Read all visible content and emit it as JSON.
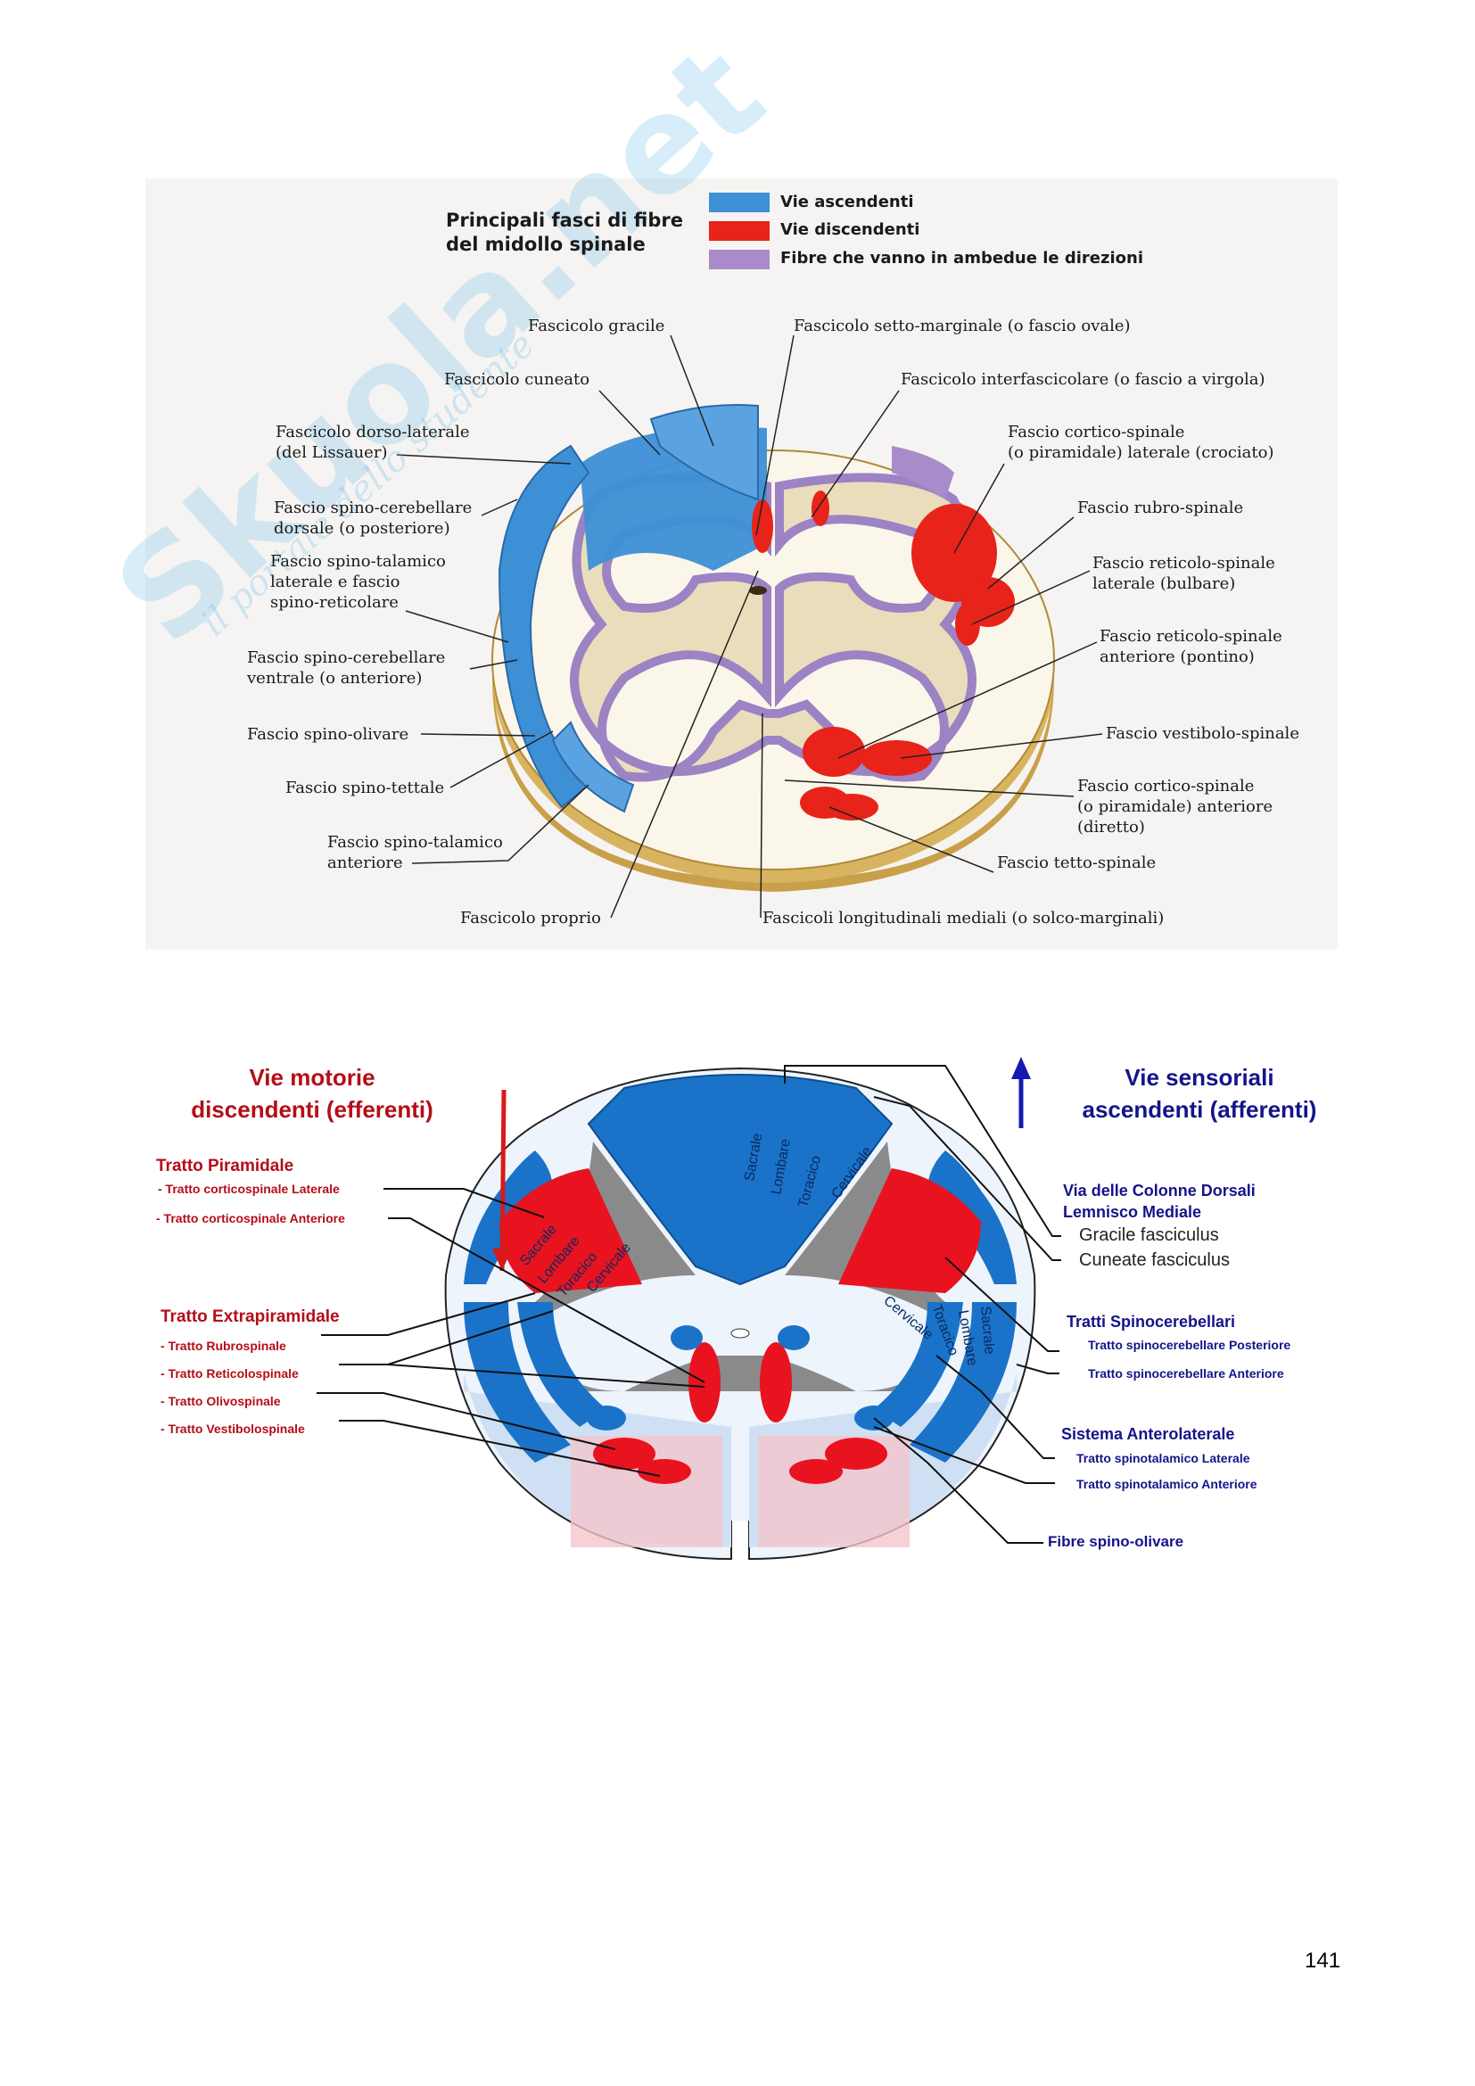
{
  "watermark": {
    "brand": "Skuola.net",
    "tagline": "il portale dello studente"
  },
  "figure1": {
    "title": [
      "Principali fasci di fibre",
      "del midollo spinale"
    ],
    "legend": [
      {
        "label": "Vie ascendenti",
        "color": "#3d8fd6"
      },
      {
        "label": "Vie discendenti",
        "color": "#e8231a"
      },
      {
        "label": "Fibre che vanno in ambedue le direzioni",
        "color": "#a98bc9"
      }
    ],
    "labels": {
      "gracile": "Fascicolo gracile",
      "setto": "Fascicolo setto-marginale (o fascio ovale)",
      "cuneato": "Fascicolo cuneato",
      "interfasc": "Fascicolo interfascicolare (o fascio a virgola)",
      "lissauer": [
        "Fascicolo dorso-laterale",
        "(del Lissauer)"
      ],
      "cortlat": [
        "Fascio cortico-spinale",
        "(o piramidale) laterale (crociato)"
      ],
      "spcerdors": [
        "Fascio spino-cerebellare",
        "dorsale (o posteriore)"
      ],
      "rubro": "Fascio rubro-spinale",
      "spinotallat": [
        "Fascio spino-talamico",
        "laterale e fascio",
        "spino-reticolare"
      ],
      "retlat": [
        "Fascio reticolo-spinale",
        "laterale (bulbare)"
      ],
      "spcervent": [
        "Fascio spino-cerebellare",
        "ventrale (o anteriore)"
      ],
      "retant": [
        "Fascio reticolo-spinale",
        "anteriore (pontino)"
      ],
      "spinoliv": "Fascio spino-olivare",
      "vestib": "Fascio vestibolo-spinale",
      "spinotett": "Fascio spino-tettale",
      "cortant": [
        "Fascio cortico-spinale",
        "(o piramidale) anteriore",
        "(diretto)"
      ],
      "spinotalant": [
        "Fascio spino-talamico",
        "anteriore"
      ],
      "tetto": "Fascio tetto-spinale",
      "proprio": "Fascicolo proprio",
      "longmed": "Fascicoli longitudinali mediali (o solco-marginali)"
    }
  },
  "figure2": {
    "left_header": [
      "Vie motorie",
      "discendenti (efferenti)"
    ],
    "right_header": [
      "Vie sensoriali",
      "ascendenti (afferenti)"
    ],
    "piramidale": {
      "title": "Tratto Piramidale",
      "items": [
        "- Tratto corticospinale Laterale",
        "- Tratto corticospinale Anteriore"
      ]
    },
    "extrapiramidale": {
      "title": "Tratto Extrapiramidale",
      "items": [
        "- Tratto Rubrospinale",
        "- Tratto Reticolospinale",
        "- Tratto Olivospinale",
        "- Tratto Vestibolospinale"
      ]
    },
    "colonne": {
      "title": [
        "Via delle Colonne Dorsali",
        "Lemnisco Mediale"
      ],
      "items": [
        "Gracile fasciculus",
        "Cuneate fasciculus"
      ]
    },
    "spinocerebellari": {
      "title": "Tratti Spinocerebellari",
      "items": [
        "Tratto spinocerebellare Posteriore",
        "Tratto spinocerebellare Anteriore"
      ]
    },
    "anterolaterale": {
      "title": "Sistema Anterolaterale",
      "items": [
        "Tratto spinotalamico Laterale",
        "Tratto spinotalamico Anteriore"
      ]
    },
    "olivare": "Fibre spino-olivare",
    "segments": [
      "Sacrale",
      "Lombare",
      "Toracico",
      "Cervicale"
    ]
  },
  "page_number": "141"
}
